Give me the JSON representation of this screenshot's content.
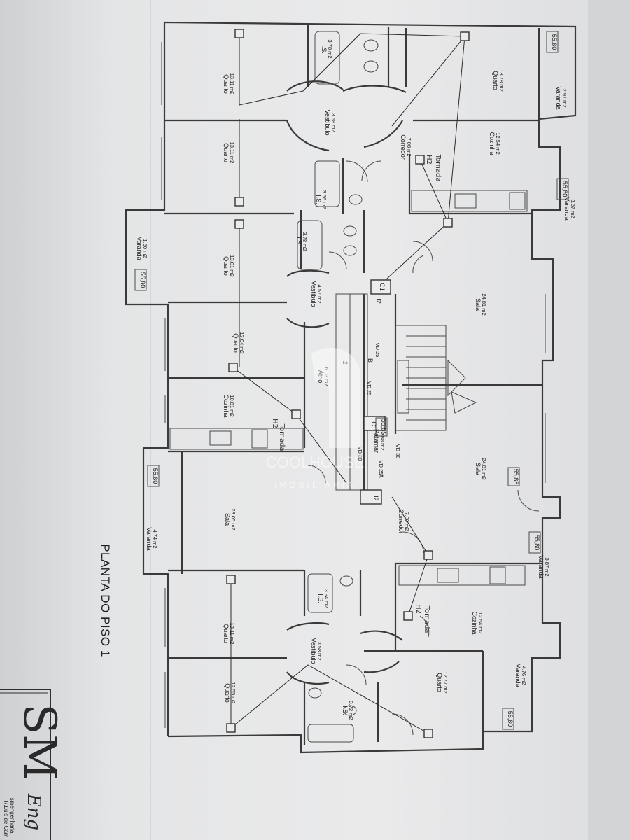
{
  "drawing_title": "PLANTA DO PISO 1",
  "watermark": {
    "brand": "COOLHOUSE",
    "sub": "IMOBILIÁRIA"
  },
  "company_block": {
    "logo": "SM",
    "name": "Eng",
    "line1": "smengenharia",
    "line2": "R.Luis de Cam"
  },
  "levels": {
    "veranda": "55,80",
    "landing": "55,85",
    "room": "55,85"
  },
  "stair_labels": {
    "vd": "VD 25",
    "vd2": "VD 30",
    "c1": "C1",
    "a": "A",
    "b": "B"
  },
  "electrical": {
    "tomada": "Tomada",
    "h2": "H2",
    "box": "C1",
    "box_b": "B",
    "box_2": "I2"
  },
  "rooms": [
    {
      "name": "Varanda",
      "area": "2.97 m2"
    },
    {
      "name": "Quarto",
      "area": "13.78 m2"
    },
    {
      "name": "I.S.",
      "area": "3.78 m2"
    },
    {
      "name": "Vestíbulo",
      "area": "3.58 m2"
    },
    {
      "name": "Quarto",
      "area": "13.11 m2"
    },
    {
      "name": "Quarto",
      "area": "13.11 m2"
    },
    {
      "name": "Corredor",
      "area": "7.08 m2"
    },
    {
      "name": "Cozinha",
      "area": "12.54 m2"
    },
    {
      "name": "I.S.",
      "area": "3.56 m2"
    },
    {
      "name": "Varanda",
      "area": "3.87 m2"
    },
    {
      "name": "Varanda",
      "area": "1.50 m2"
    },
    {
      "name": "I.S.",
      "area": "3.78 m2"
    },
    {
      "name": "Quarto",
      "area": "13.01 m2"
    },
    {
      "name": "Vestíbulo",
      "area": "4.57 m2"
    },
    {
      "name": "Sala",
      "area": "24.81 m2"
    },
    {
      "name": "Quarto",
      "area": "13.04 m2"
    },
    {
      "name": "Átrio",
      "area": "6.03 m2"
    },
    {
      "name": "Cozinha",
      "area": "10.81 m2"
    },
    {
      "name": "Patamar",
      "area": "7.88 m2"
    },
    {
      "name": "Sala",
      "area": "24.81 m2"
    },
    {
      "name": "Varanda",
      "area": "4.74 m2"
    },
    {
      "name": "Sala",
      "area": "23.05 m2"
    },
    {
      "name": "Corredor",
      "area": "7.09 m2"
    },
    {
      "name": "Varanda",
      "area": "3.87 m2"
    },
    {
      "name": "I.S.",
      "area": "3.94 m2"
    },
    {
      "name": "Quarto",
      "area": "13.11 m2"
    },
    {
      "name": "Cozinha",
      "area": "12.54 m2"
    },
    {
      "name": "Vestíbulo",
      "area": "3.58 m2"
    },
    {
      "name": "Quarto",
      "area": "12.55 m2"
    },
    {
      "name": "I.S.",
      "area": "3.72 m2"
    },
    {
      "name": "Quarto",
      "area": "12.77 m2"
    },
    {
      "name": "Varanda",
      "area": "4.76 m2"
    }
  ]
}
